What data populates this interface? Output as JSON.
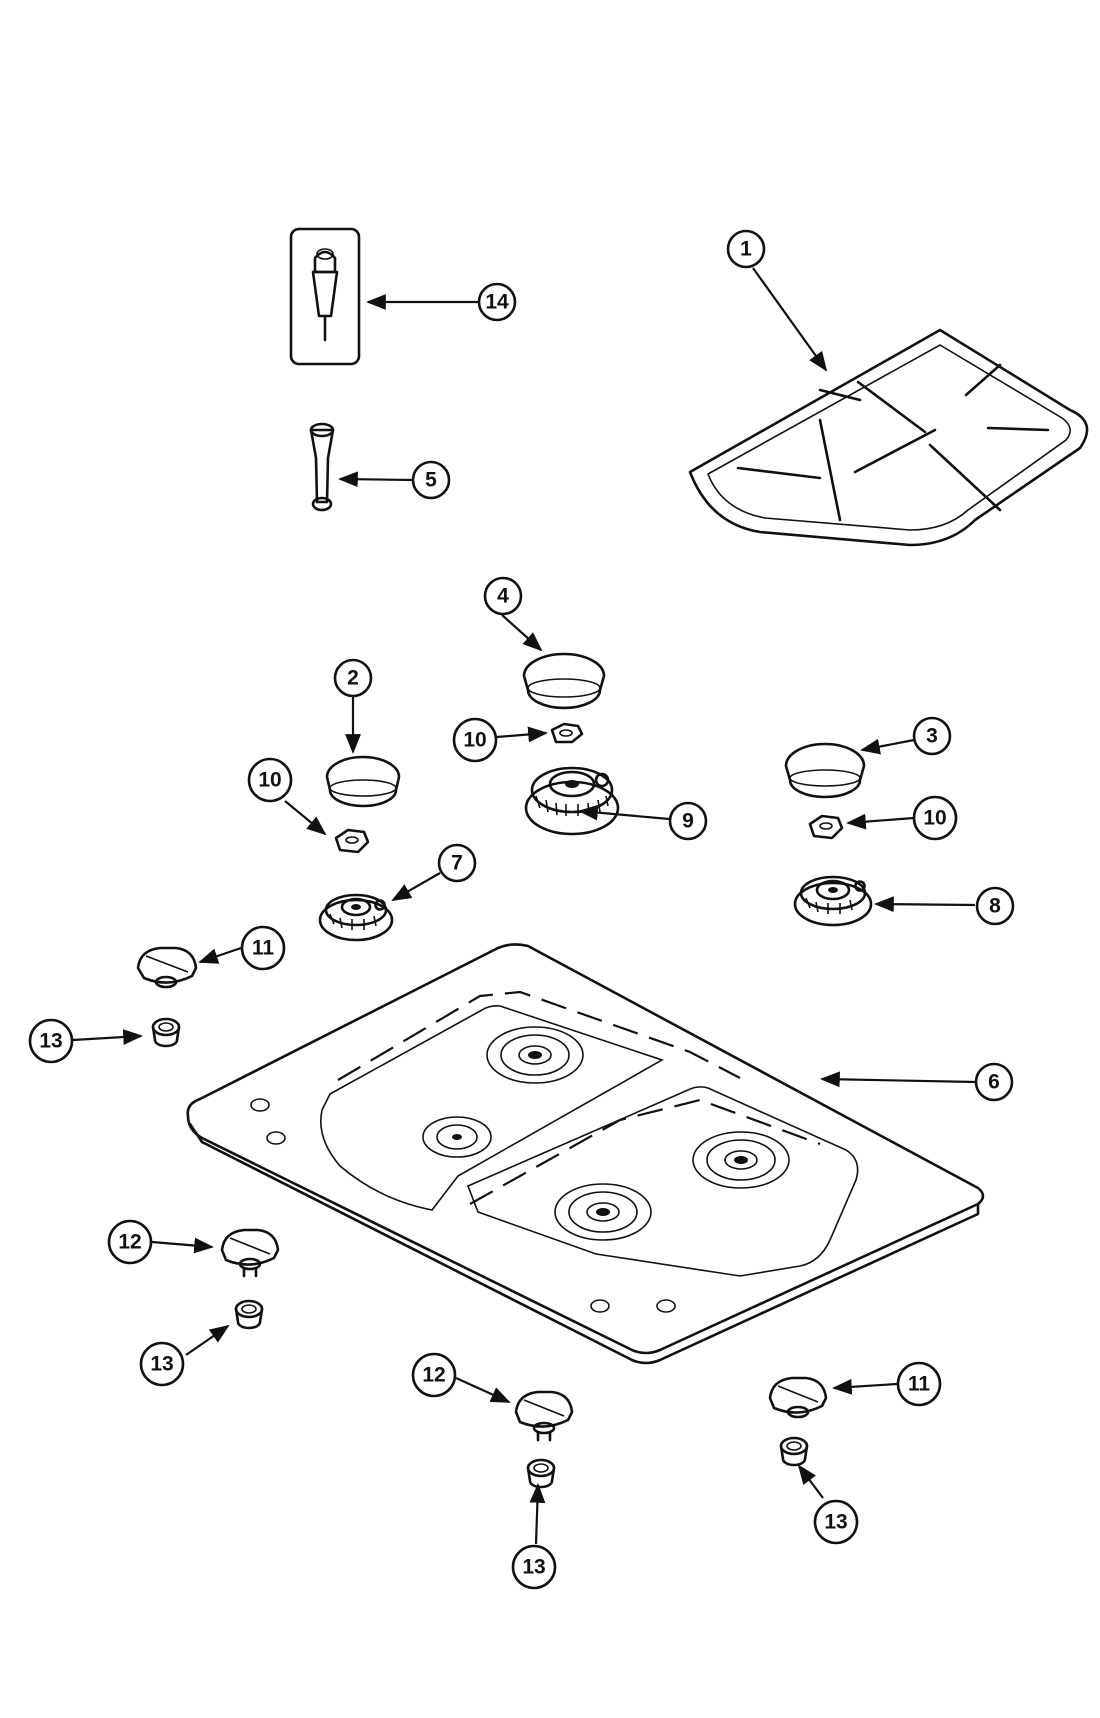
{
  "callouts": [
    {
      "id": "c1",
      "label": "1"
    },
    {
      "id": "c2",
      "label": "2"
    },
    {
      "id": "c3",
      "label": "3"
    },
    {
      "id": "c4",
      "label": "4"
    },
    {
      "id": "c5",
      "label": "5"
    },
    {
      "id": "c6",
      "label": "6"
    },
    {
      "id": "c7",
      "label": "7"
    },
    {
      "id": "c8",
      "label": "8"
    },
    {
      "id": "c9",
      "label": "9"
    },
    {
      "id": "c10a",
      "label": "10"
    },
    {
      "id": "c10b",
      "label": "10"
    },
    {
      "id": "c10c",
      "label": "10"
    },
    {
      "id": "c11a",
      "label": "11"
    },
    {
      "id": "c11b",
      "label": "11"
    },
    {
      "id": "c12a",
      "label": "12"
    },
    {
      "id": "c12b",
      "label": "12"
    },
    {
      "id": "c13a",
      "label": "13"
    },
    {
      "id": "c13b",
      "label": "13"
    },
    {
      "id": "c13c",
      "label": "13"
    },
    {
      "id": "c13d",
      "label": "13"
    },
    {
      "id": "c14",
      "label": "14"
    }
  ]
}
